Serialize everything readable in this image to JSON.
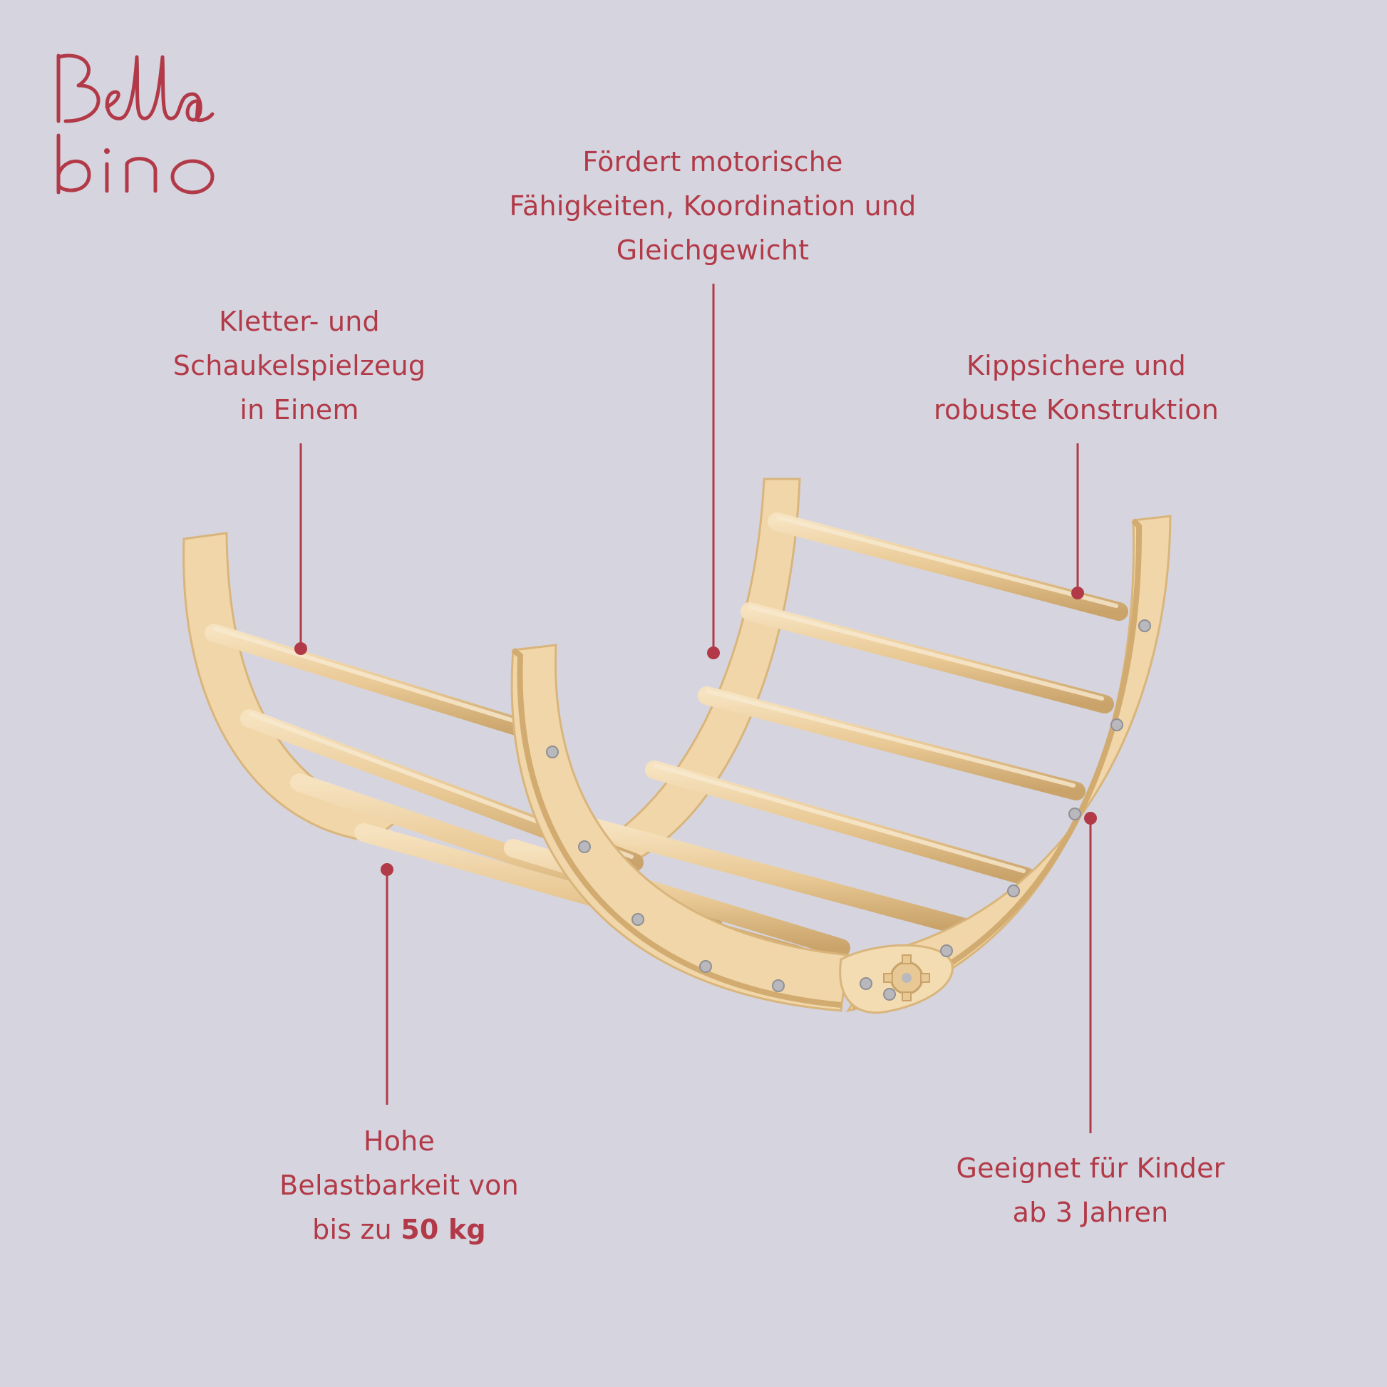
{
  "brand": {
    "logo_line1": "Bella",
    "logo_line2": "bino",
    "color": "#b23a48"
  },
  "colors": {
    "background": "#d6d5df",
    "accent": "#b23a48",
    "wood": "#f0d6a8",
    "wood_edge": "#d9b57c"
  },
  "callouts": {
    "motor": {
      "lines": [
        "Fördert motorische",
        "Fähigkeiten, Koordination und",
        "Gleichgewicht"
      ]
    },
    "climb": {
      "lines": [
        "Kletter- und",
        "Schaukelspielzeug",
        "in Einem"
      ]
    },
    "stable": {
      "lines": [
        "Kippsichere und",
        "robuste Konstruktion"
      ]
    },
    "load": {
      "line1": "Hohe",
      "line2": "Belastbarkeit von",
      "line3_prefix": "bis zu ",
      "line3_bold": "50 kg"
    },
    "age": {
      "lines": [
        "Geeignet für Kinder",
        "ab 3 Jahren"
      ]
    }
  }
}
